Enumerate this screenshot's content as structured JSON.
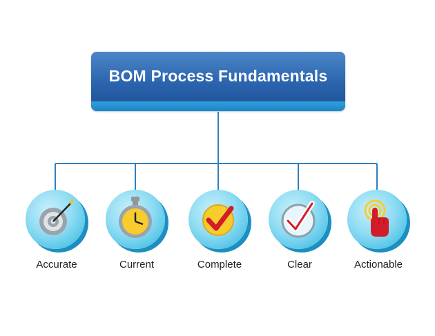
{
  "title": "BOM Process Fundamentals",
  "colors": {
    "box_top": "#4a86c8",
    "box_bottom": "#1d4f95",
    "band": "#1c86c9",
    "connector": "#2e7fbf",
    "circle": "#8fdcf3",
    "circle_shadow": "#1c8fc0",
    "check_red": "#d31c2a"
  },
  "nodes": [
    {
      "label": "Accurate",
      "icon": "target-icon"
    },
    {
      "label": "Current",
      "icon": "stopwatch-icon"
    },
    {
      "label": "Complete",
      "icon": "checkmark-coin-icon"
    },
    {
      "label": "Clear",
      "icon": "checkmark-circle-icon"
    },
    {
      "label": "Actionable",
      "icon": "pointer-hand-icon"
    }
  ]
}
